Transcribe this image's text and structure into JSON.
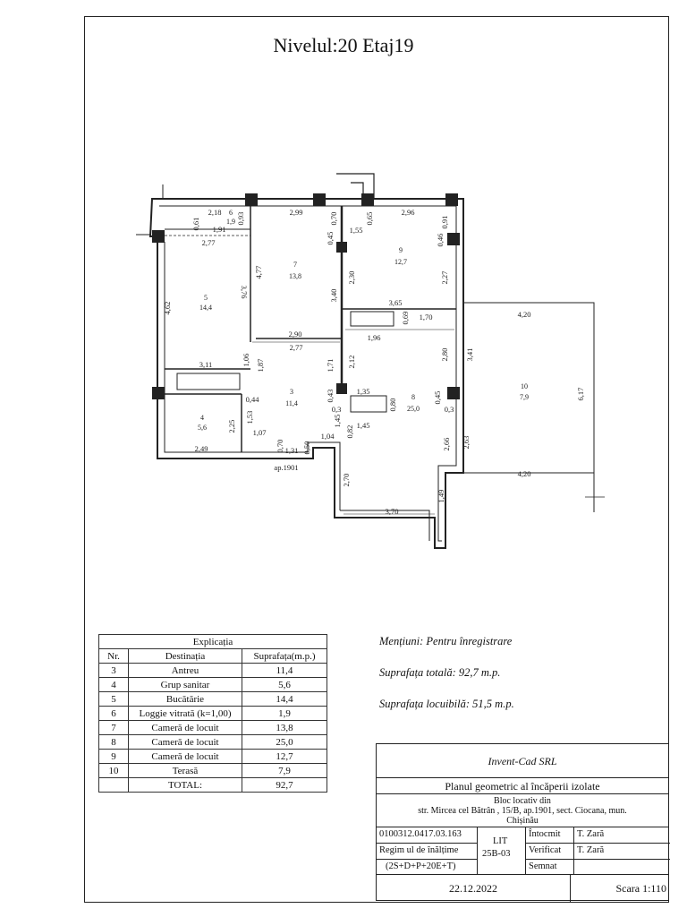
{
  "title": "Nivelul:20 Etaj19",
  "plan": {
    "rooms": [
      {
        "nr": "3",
        "area": "11,4"
      },
      {
        "nr": "4",
        "area": "5,6"
      },
      {
        "nr": "5",
        "area": "14,4"
      },
      {
        "nr": "6",
        "area": "1,9"
      },
      {
        "nr": "7",
        "area": "13,8"
      },
      {
        "nr": "8",
        "area": "25,0"
      },
      {
        "nr": "9",
        "area": "12,7"
      },
      {
        "nr": "10",
        "area": "7,9"
      }
    ],
    "apartment_label": "ap.1901",
    "dims": {
      "d218": "2,18",
      "d093": "0,93",
      "d299": "2,99",
      "d070": "0,70",
      "d065": "0,65",
      "d296": "2,96",
      "d091": "0,91",
      "d061": "0,61",
      "d191": "1,91",
      "d277a": "2,77",
      "d045a": "0,45",
      "d155": "1,55",
      "d046a": "0,46",
      "d462": "4,62",
      "d376": "3,76",
      "d477": "4,77",
      "d340": "3,40",
      "d230": "2,30",
      "d227": "2,27",
      "d420a": "4,20",
      "d365": "3,65",
      "d069": "0,69",
      "d170": "1,70",
      "d290": "2,90",
      "d277b": "2,77",
      "d196": "1,96",
      "d106": "1,06",
      "d187": "1,87",
      "d311": "3,11",
      "d171": "1,71",
      "d212": "2,12",
      "d280": "2,80",
      "d341": "3,41",
      "d617": "6,17",
      "d135": "1,35",
      "d043": "0,43",
      "d03a": "0,3",
      "d080": "0,80",
      "d045b": "0,45",
      "d03b": "0,3",
      "d044": "0,44",
      "d153": "1,53",
      "d225": "2,25",
      "d107": "1,07",
      "d145a": "1,45",
      "d082": "0,82",
      "d104": "1,04",
      "d145b": "1,45",
      "d266": "2,66",
      "d263": "2,63",
      "d249": "2,49",
      "d070b": "0,70",
      "d131": "1,31",
      "d050": "0,50",
      "d270": "2,70",
      "d420b": "4,20",
      "d149": "1,49",
      "d370": "3,70"
    }
  },
  "legend": {
    "caption": "Explicația",
    "headers": [
      "Nr.",
      "Destinația",
      "Suprafața(m.p.)"
    ],
    "rows": [
      [
        "3",
        "Antreu",
        "11,4"
      ],
      [
        "4",
        "Grup sanitar",
        "5,6"
      ],
      [
        "5",
        "Bucătărie",
        "14,4"
      ],
      [
        "6",
        "Loggie vitrată (k=1,00)",
        "1,9"
      ],
      [
        "7",
        "Cameră de locuit",
        "13,8"
      ],
      [
        "8",
        "Cameră de locuit",
        "25,0"
      ],
      [
        "9",
        "Cameră de locuit",
        "12,7"
      ],
      [
        "10",
        "Terasă",
        "7,9"
      ]
    ],
    "total_label": "TOTAL:",
    "total_value": "92,7"
  },
  "notes": {
    "mentions": "Mențiuni: Pentru înregistrare",
    "total_area": "Suprafața totală: 92,7 m.p.",
    "living_area": "Suprafața locuibilă: 51,5 m.p."
  },
  "stamp": {
    "company": "Invent-Cad SRL",
    "plan_title": "Planul geometric al încăperii izolate",
    "address_line1": "Bloc locativ din",
    "address_line2": "str. Mircea cel Bătrân , 15/B, ap.1901, sect. Ciocana, mun.",
    "address_line3": "Chișinău",
    "cadastral_code": "0100312.0417.03.163",
    "regime_label": "Regim ul de înălțime",
    "regime_value": "(2S+D+P+20E+T)",
    "lit_label": "LIT",
    "lit_value": "25B-03",
    "drawn_label": "Întocmit",
    "drawn_name": "T. Zară",
    "checked_label": "Verificat",
    "checked_name": "T. Zară",
    "signed_label": "Semnat",
    "date": "22.12.2022",
    "scale": "Scara 1:110"
  }
}
